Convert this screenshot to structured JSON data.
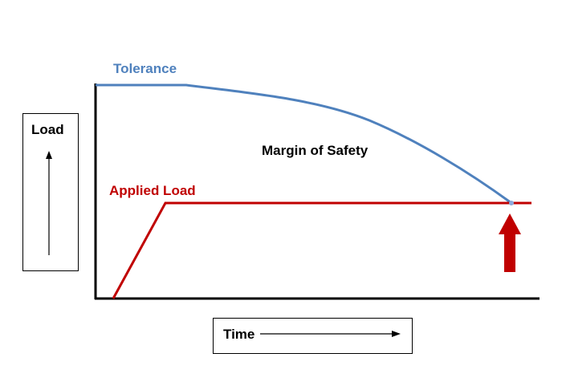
{
  "labels": {
    "tolerance": "Tolerance",
    "applied_load": "Applied Load",
    "margin": "Margin of Safety",
    "load_axis": "Load",
    "time_axis": "Time"
  },
  "colors": {
    "tolerance": "#4F81BD",
    "applied_load": "#C00000",
    "axis": "#000000"
  },
  "icons": {
    "failure_point": "up-arrow-icon",
    "load_direction": "up-arrow-icon",
    "time_direction": "right-arrow-icon"
  }
}
